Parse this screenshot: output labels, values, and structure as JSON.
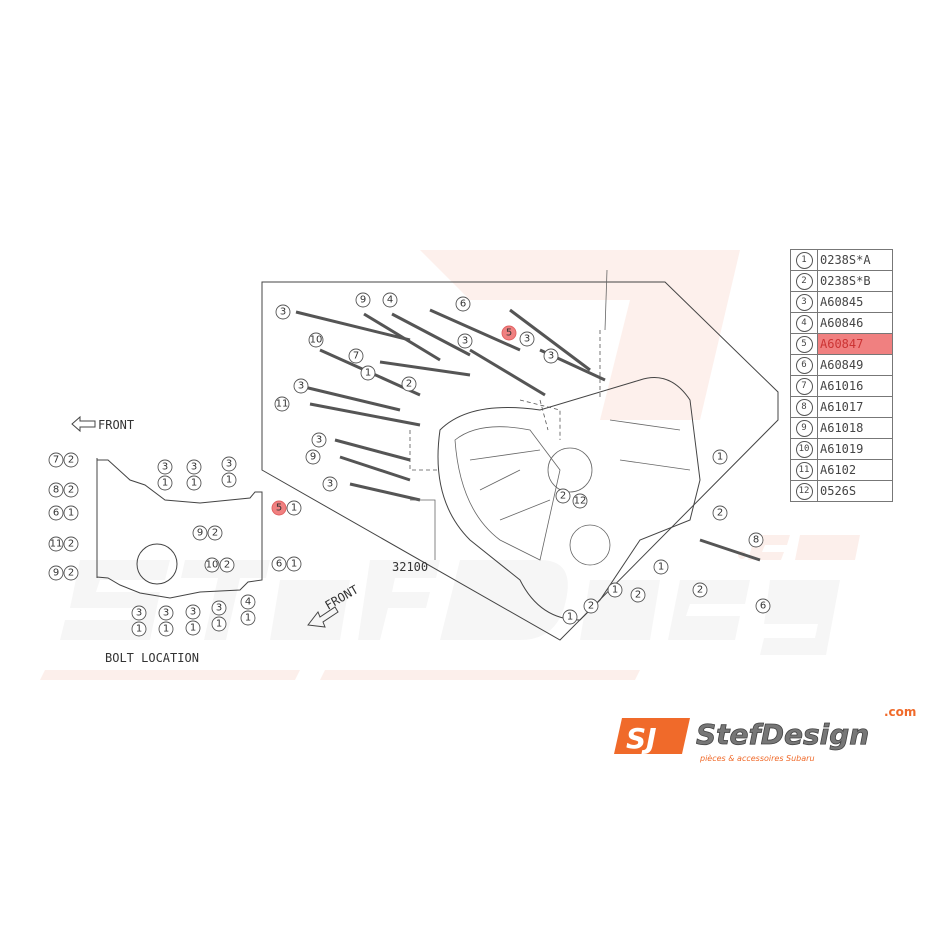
{
  "watermark": {
    "brand": "StefDesign",
    "domain": ".com",
    "tagline": "pièces & accessoires Subaru"
  },
  "logo": {
    "mark": "SJ",
    "brand": "StefDesign",
    "domain": ".com",
    "tagline": "pièces & accessoires Subaru"
  },
  "colors": {
    "highlight": "#f08080",
    "brand_orange": "#f06a2a",
    "watermark": "#fbe3dc"
  },
  "diagram": {
    "assembly_number": "32100",
    "front_label": "FRONT",
    "callouts": [
      "3",
      "9",
      "4",
      "6",
      "5",
      "3",
      "3",
      "7",
      "3",
      "1",
      "2",
      "10",
      "3",
      "11",
      "3",
      "9",
      "3",
      "2",
      "12",
      "1",
      "2",
      "1",
      "2",
      "1",
      "2",
      "2",
      "1",
      "8",
      "6"
    ],
    "highlighted_callout": "5"
  },
  "bolt_location": {
    "title": "BOLT LOCATION",
    "front_label": "FRONT",
    "callouts": [
      [
        "7",
        "2"
      ],
      [
        "8",
        "2"
      ],
      [
        "6",
        "1"
      ],
      [
        "11",
        "2"
      ],
      [
        "9",
        "2"
      ],
      [
        "3",
        "1"
      ],
      [
        "3",
        "1"
      ],
      [
        "3",
        "1"
      ],
      [
        "5",
        "1"
      ],
      [
        "9",
        "2"
      ],
      [
        "10",
        "2"
      ],
      [
        "6",
        "1"
      ],
      [
        "3",
        "1"
      ],
      [
        "3",
        "1"
      ],
      [
        "3",
        "1"
      ],
      [
        "3",
        "1"
      ],
      [
        "4",
        "1"
      ]
    ]
  },
  "parts_table": [
    {
      "num": "1",
      "code": "0238S*A"
    },
    {
      "num": "2",
      "code": "0238S*B"
    },
    {
      "num": "3",
      "code": "A60845"
    },
    {
      "num": "4",
      "code": "A60846"
    },
    {
      "num": "5",
      "code": "A60847",
      "highlighted": true
    },
    {
      "num": "6",
      "code": "A60849"
    },
    {
      "num": "7",
      "code": "A61016"
    },
    {
      "num": "8",
      "code": "A61017"
    },
    {
      "num": "9",
      "code": "A61018"
    },
    {
      "num": "10",
      "code": "A61019"
    },
    {
      "num": "11",
      "code": "A6102"
    },
    {
      "num": "12",
      "code": "0526S"
    }
  ]
}
